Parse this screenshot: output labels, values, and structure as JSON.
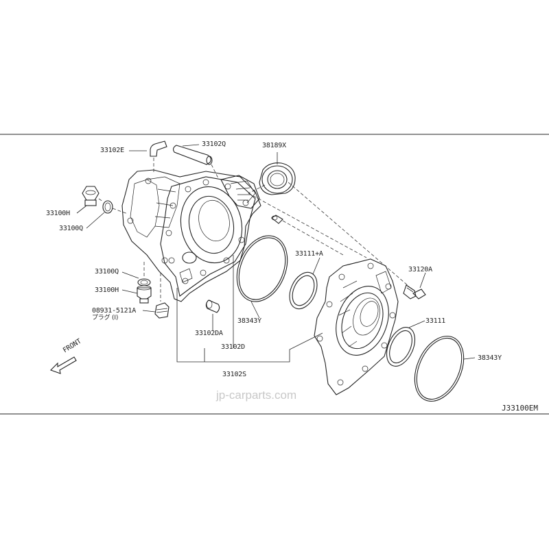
{
  "figure_code": "J33100EM",
  "watermark": "jp-carparts.com",
  "front_label": "FRONT",
  "parts": {
    "p33102E": "33102E",
    "p33102Q": "33102Q",
    "p38189X": "38189X",
    "p33100H_top": "33100H",
    "p33100Q_top": "33100Q",
    "p33100Q_low": "33100Q",
    "p33100H_low": "33100H",
    "p08931": "08931-5121A",
    "p08931_sub": "プラグ (I)",
    "p33111A": "33111+A",
    "p33120A": "33120A",
    "p38343Y_1": "38343Y",
    "p33111": "33111",
    "p38343Y_2": "38343Y",
    "p33102DA": "33102DA",
    "p33102D": "33102D",
    "p33102S": "33102S"
  }
}
